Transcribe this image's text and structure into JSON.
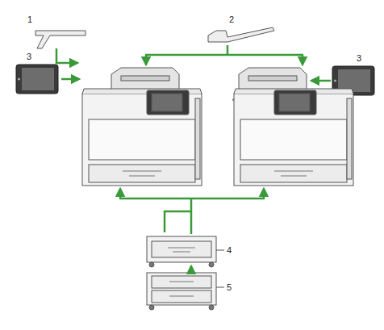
{
  "diagram": {
    "labels": [
      "1",
      "2",
      "3",
      "3",
      "4",
      "5"
    ]
  }
}
